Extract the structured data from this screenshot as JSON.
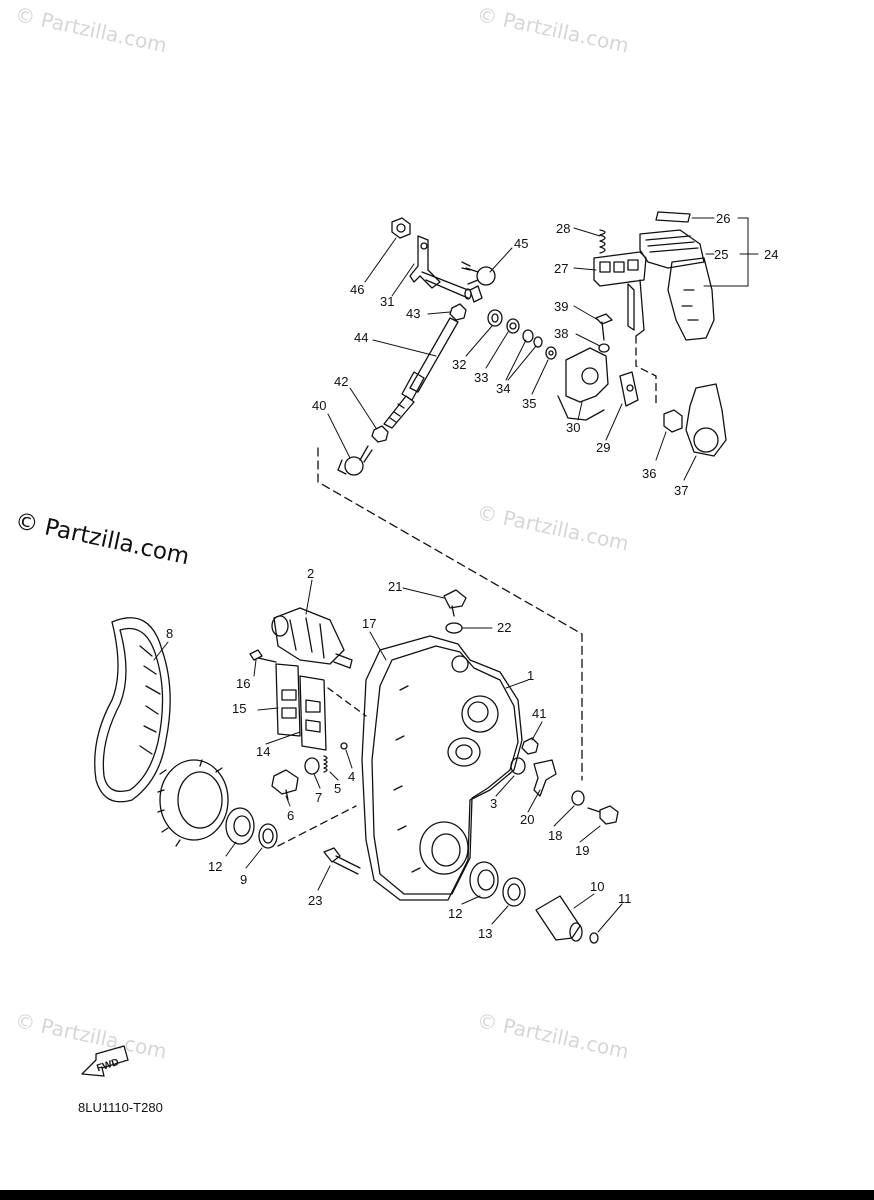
{
  "watermarks": {
    "main": "© Partzilla.com",
    "faint": "© Partzilla.com"
  },
  "diagram_code": "8LU1110-T280",
  "fwd_label": "FWD",
  "callouts": [
    "1",
    "2",
    "3",
    "4",
    "5",
    "6",
    "7",
    "8",
    "9",
    "10",
    "11",
    "12",
    "12",
    "13",
    "14",
    "15",
    "16",
    "17",
    "18",
    "19",
    "20",
    "21",
    "22",
    "23",
    "24",
    "25",
    "26",
    "27",
    "28",
    "29",
    "30",
    "31",
    "32",
    "33",
    "34",
    "35",
    "36",
    "37",
    "38",
    "39",
    "40",
    "41",
    "42",
    "43",
    "44",
    "45",
    "46"
  ]
}
